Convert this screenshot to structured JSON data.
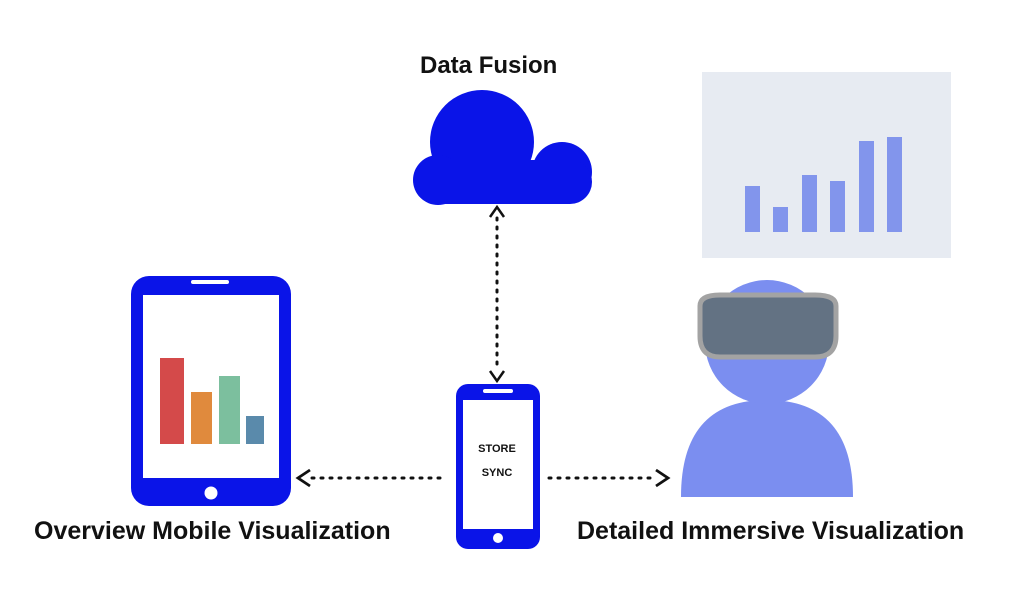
{
  "labels": {
    "cloud_title": "Data Fusion",
    "mobile_title": "Overview Mobile Visualization",
    "immersive_title": "Detailed Immersive Visualization"
  },
  "phone": {
    "line1": "STORE",
    "line2": "SYNC"
  },
  "colors": {
    "device_blue": "#0a14e8",
    "person_blue": "#7b8ef0",
    "headset_gray": "#637283",
    "panel_bg": "#e7ebf2",
    "tablet_bars": [
      "#d44a4a",
      "#e08a3d",
      "#7cbf9e",
      "#5a8aab"
    ],
    "panel_bars": "#8295ec"
  },
  "icons": [
    "cloud-icon",
    "tablet-icon",
    "smartphone-icon",
    "person-with-vr-headset-icon",
    "floating-bar-chart-panel"
  ],
  "connectors": [
    {
      "from": "smartphone",
      "to": "cloud",
      "style": "dotted",
      "arrows": "both"
    },
    {
      "from": "smartphone",
      "to": "tablet",
      "style": "dotted",
      "arrows": "end"
    },
    {
      "from": "smartphone",
      "to": "immersive-user",
      "style": "dotted",
      "arrows": "end"
    }
  ]
}
